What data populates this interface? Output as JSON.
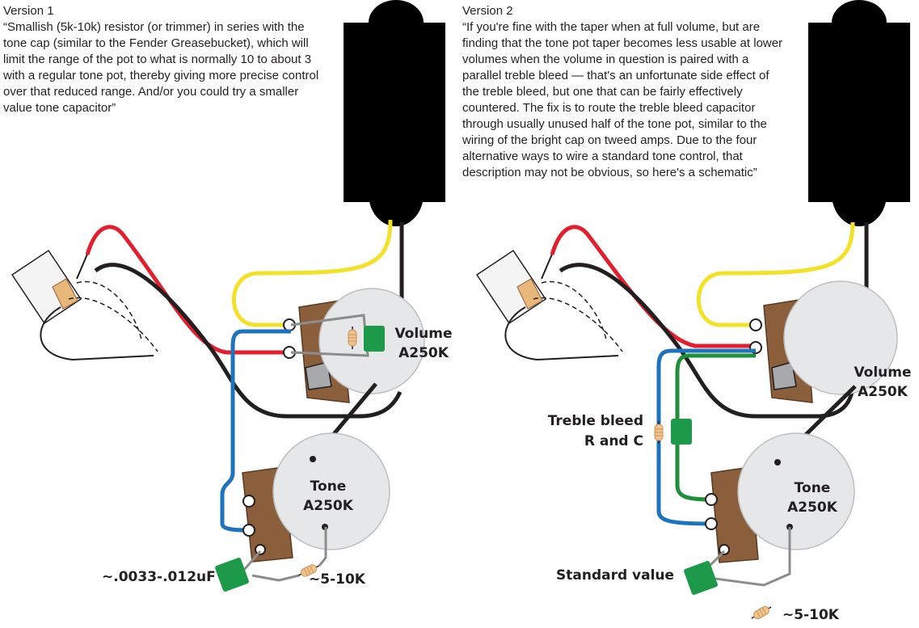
{
  "version1": {
    "title": "Version 1",
    "lines": [
      "“Smallish (5k-10k) resistor (or trimmer) in series with the",
      "tone cap (similar to the Fender Greasebucket), which will",
      "limit the range of the pot to what is normally 10 to about 3",
      "with a regular tone pot, thereby giving more precise control",
      "over that reduced range. And/or you could try a smaller",
      "value tone capacitor”"
    ],
    "volume_label": "Volume",
    "volume_value": "A250K",
    "tone_label": "Tone",
    "tone_value": "A250K",
    "cap_label": "~.0033-.012uF",
    "resistor_label": "~5-10K"
  },
  "version2": {
    "title": "Version 2",
    "lines": [
      "“If you're fine with the taper when at full volume, but are",
      "finding that the tone pot taper becomes less usable at lower",
      "volumes when the volume in question is paired with a",
      "parallel treble bleed — that's an unfortunate side effect of",
      "the treble bleed, but one that can be fairly effectively",
      "countered. The fix is to route the treble bleed capacitor",
      "through usually unused half of the tone pot, similar to the",
      "wiring of the bright cap on tweed amps. Due to the four",
      "alternative ways to wire a standard tone control, that",
      "description may not be obvious, so here's a schematic”"
    ],
    "volume_label": "Volume",
    "volume_value": "A250K",
    "tone_label": "Tone",
    "tone_value": "A250K",
    "treble_line1": "Treble bleed",
    "treble_line2": "R and C",
    "cap_label": "Standard value",
    "resistor_label": "~5-10K"
  },
  "colors": {
    "hot_wire": "#e31e2d",
    "ground_wire": "#231f20",
    "pickup_wire": "#f2e127",
    "blue_wire": "#1e73be",
    "green_wire": "#1f8f3a",
    "gray_wire": "#8c8c8c",
    "pot_body": "#e6e7e8",
    "lug_brown": "#8b5e3c",
    "cap_green": "#1c9a4a",
    "resistor_tan": "#f2c48d"
  }
}
